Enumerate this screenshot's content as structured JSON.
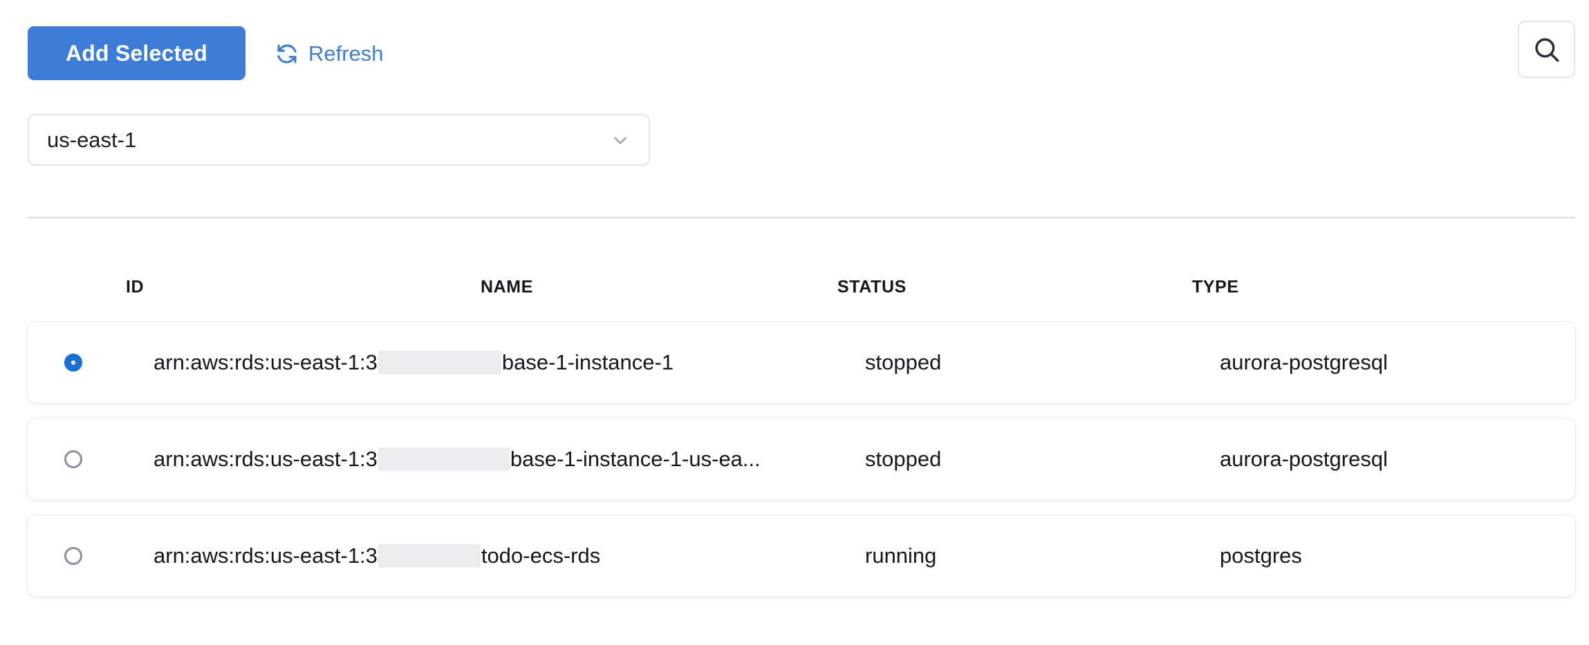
{
  "toolbar": {
    "add_selected_label": "Add Selected",
    "refresh_label": "Refresh",
    "refresh_icon": "refresh-icon",
    "search_icon": "search-icon",
    "primary_color": "#3b7dd8",
    "link_color": "#3b7dd8"
  },
  "region_select": {
    "value": "us-east-1",
    "chevron_icon": "chevron-down-icon"
  },
  "table": {
    "columns": [
      "ID",
      "NAME",
      "STATUS",
      "TYPE"
    ],
    "rows": [
      {
        "selected": true,
        "radio_state": "checked",
        "id_prefix": "arn:aws:rds:us-east-1:3",
        "id_redacted": true,
        "id_redact_width": 178,
        "id_suffix": "base-1-instance-1",
        "name": "",
        "status": "stopped",
        "type": "aurora-postgresql"
      },
      {
        "selected": false,
        "radio_state": "unchecked",
        "id_prefix": "arn:aws:rds:us-east-1:3",
        "id_redacted": true,
        "id_redact_width": 190,
        "id_suffix": "base-1-instance-1-us-ea...",
        "name": "",
        "status": "stopped",
        "type": "aurora-postgresql"
      },
      {
        "selected": false,
        "radio_state": "unchecked",
        "id_prefix": "arn:aws:rds:us-east-1:3",
        "id_redacted": true,
        "id_redact_width": 148,
        "id_suffix": "todo-ecs-rds",
        "name": "",
        "status": "running",
        "type": "postgres"
      }
    ]
  }
}
